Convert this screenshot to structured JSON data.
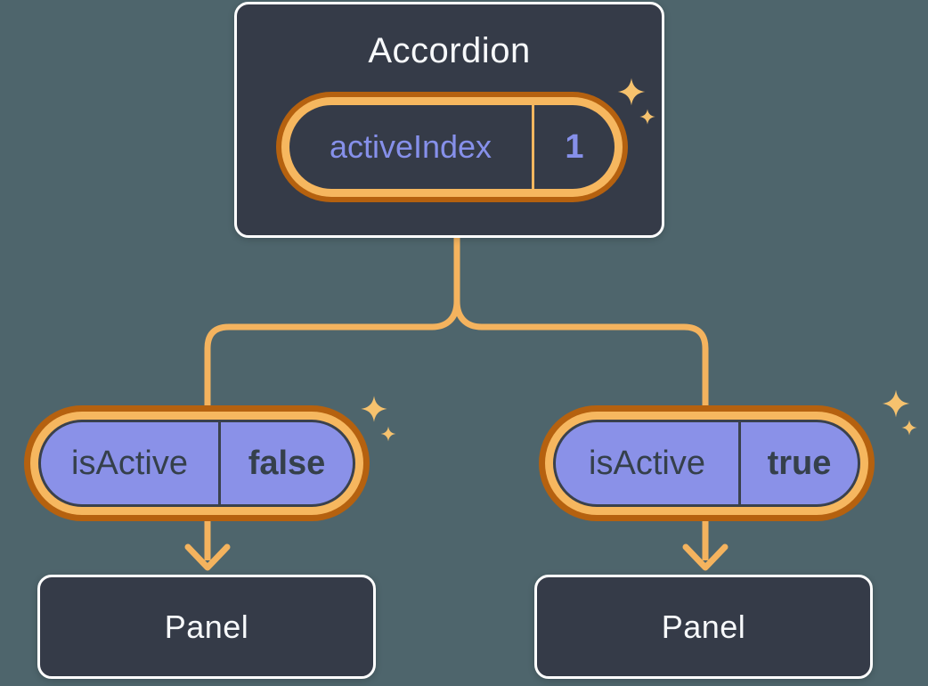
{
  "diagram": {
    "accordion": {
      "title": "Accordion",
      "state": {
        "name": "activeIndex",
        "value": "1"
      }
    },
    "children": [
      {
        "prop": {
          "name": "isActive",
          "value": "false"
        },
        "panel": "Panel"
      },
      {
        "prop": {
          "name": "isActive",
          "value": "true"
        },
        "panel": "Panel"
      }
    ],
    "icons": {
      "sparkle": "four-point-sparkle",
      "arrow": "down-arrow"
    },
    "colors": {
      "background": "#4E656C",
      "node_fill": "#353B48",
      "node_border": "#FFFFFF",
      "pill_purple": "#8A91E8",
      "pill_outline": "#3A414C",
      "ring_outer": "#B5610F",
      "ring_inner": "#F6B75F",
      "connector": "#F4B35E",
      "sparkle": "#F6C26E",
      "text_light": "#F7F9FB",
      "text_dark": "#35404B",
      "text_purple": "#8690EA"
    }
  }
}
